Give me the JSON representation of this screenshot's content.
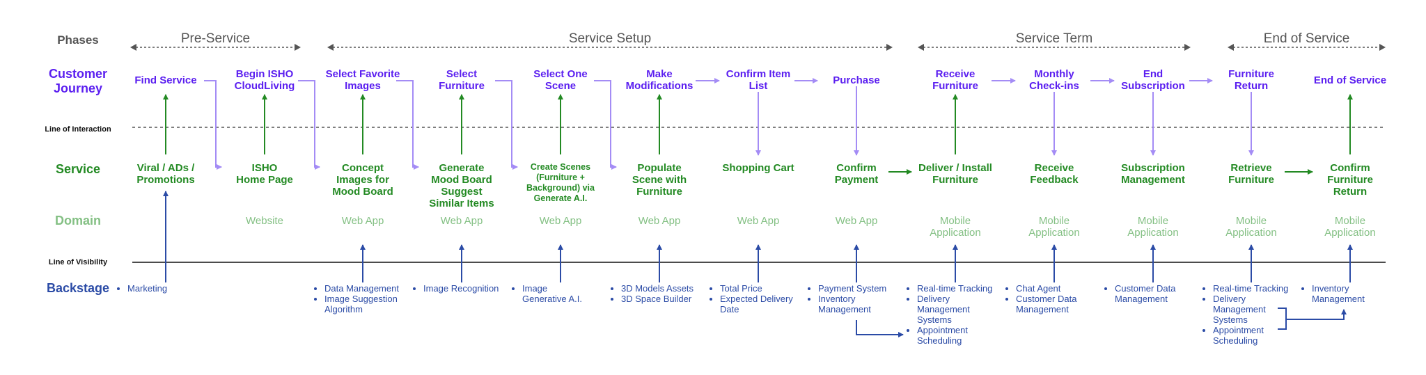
{
  "row_labels": {
    "phases": "Phases",
    "customer_journey": "Customer\nJourney",
    "line_of_interaction": "Line of Interaction",
    "service": "Service",
    "domain": "Domain",
    "line_of_visibility": "Line of Visibility",
    "backstage": "Backstage"
  },
  "phases": [
    "Pre-Service",
    "Service Setup",
    "Service Term",
    "End of Service"
  ],
  "steps": [
    {
      "journey": "Find Service",
      "service": "Viral / ADs /\nPromotions",
      "domain": "",
      "backstage": [
        "Marketing"
      ]
    },
    {
      "journey": "Begin ISHO\nCloudLiving",
      "service": "ISHO\nHome Page",
      "domain": "Website",
      "backstage": []
    },
    {
      "journey": "Select Favorite\nImages",
      "service": "Concept\nImages for\nMood Board",
      "domain": "Web App",
      "backstage": [
        "Data Management",
        "Image Suggestion\nAlgorithm"
      ]
    },
    {
      "journey": "Select\nFurniture",
      "service": "Generate\nMood Board\nSuggest\nSimilar Items",
      "domain": "Web App",
      "backstage": [
        "Image Recognition"
      ]
    },
    {
      "journey": "Select One\nScene",
      "service": "Create Scenes\n(Furniture +\nBackground) via\nGenerate A.I.",
      "domain": "Web App",
      "backstage": [
        "Image\nGenerative A.I."
      ]
    },
    {
      "journey": "Make\nModifications",
      "service": "Populate\nScene with\nFurniture",
      "domain": "Web App",
      "backstage": [
        "3D Models Assets",
        "3D Space Builder"
      ]
    },
    {
      "journey": "Confirm Item\nList",
      "service": "Shopping Cart",
      "domain": "Web App",
      "backstage": [
        "Total Price",
        "Expected Delivery\nDate"
      ]
    },
    {
      "journey": "Purchase",
      "service": "Confirm\nPayment",
      "domain": "Web App",
      "backstage": [
        "Payment System",
        "Inventory\nManagement"
      ]
    },
    {
      "journey": "Receive\nFurniture",
      "service": "Deliver / Install\nFurniture",
      "domain": "Mobile\nApplication",
      "backstage": [
        "Real-time Tracking",
        "Delivery\nManagement\nSystems",
        "Appointment\nScheduling"
      ]
    },
    {
      "journey": "Monthly\nCheck-ins",
      "service": "Receive\nFeedback",
      "domain": "Mobile\nApplication",
      "backstage": [
        "Chat Agent",
        "Customer Data\nManagement"
      ]
    },
    {
      "journey": "End\nSubscription",
      "service": "Subscription\nManagement",
      "domain": "Mobile\nApplication",
      "backstage": [
        "Customer Data\nManagement"
      ]
    },
    {
      "journey": "Furniture\nReturn",
      "service": "Retrieve\nFurniture",
      "domain": "Mobile\nApplication",
      "backstage": [
        "Real-time Tracking",
        "Delivery\nManagement\nSystems",
        "Appointment\nScheduling"
      ]
    },
    {
      "journey": "End of Service",
      "service": "Confirm\nFurniture\nReturn",
      "domain": "Mobile\nApplication",
      "backstage": [
        "Inventory\nManagement"
      ]
    }
  ],
  "colors": {
    "journey": "#5b1ff0",
    "journey_arrow": "#a48cf5",
    "service": "#238a23",
    "domain": "#84c084",
    "backstage": "#2b4ba6",
    "phase": "#555555",
    "dotted_line": "#555555",
    "visibility_line": "#111111"
  }
}
